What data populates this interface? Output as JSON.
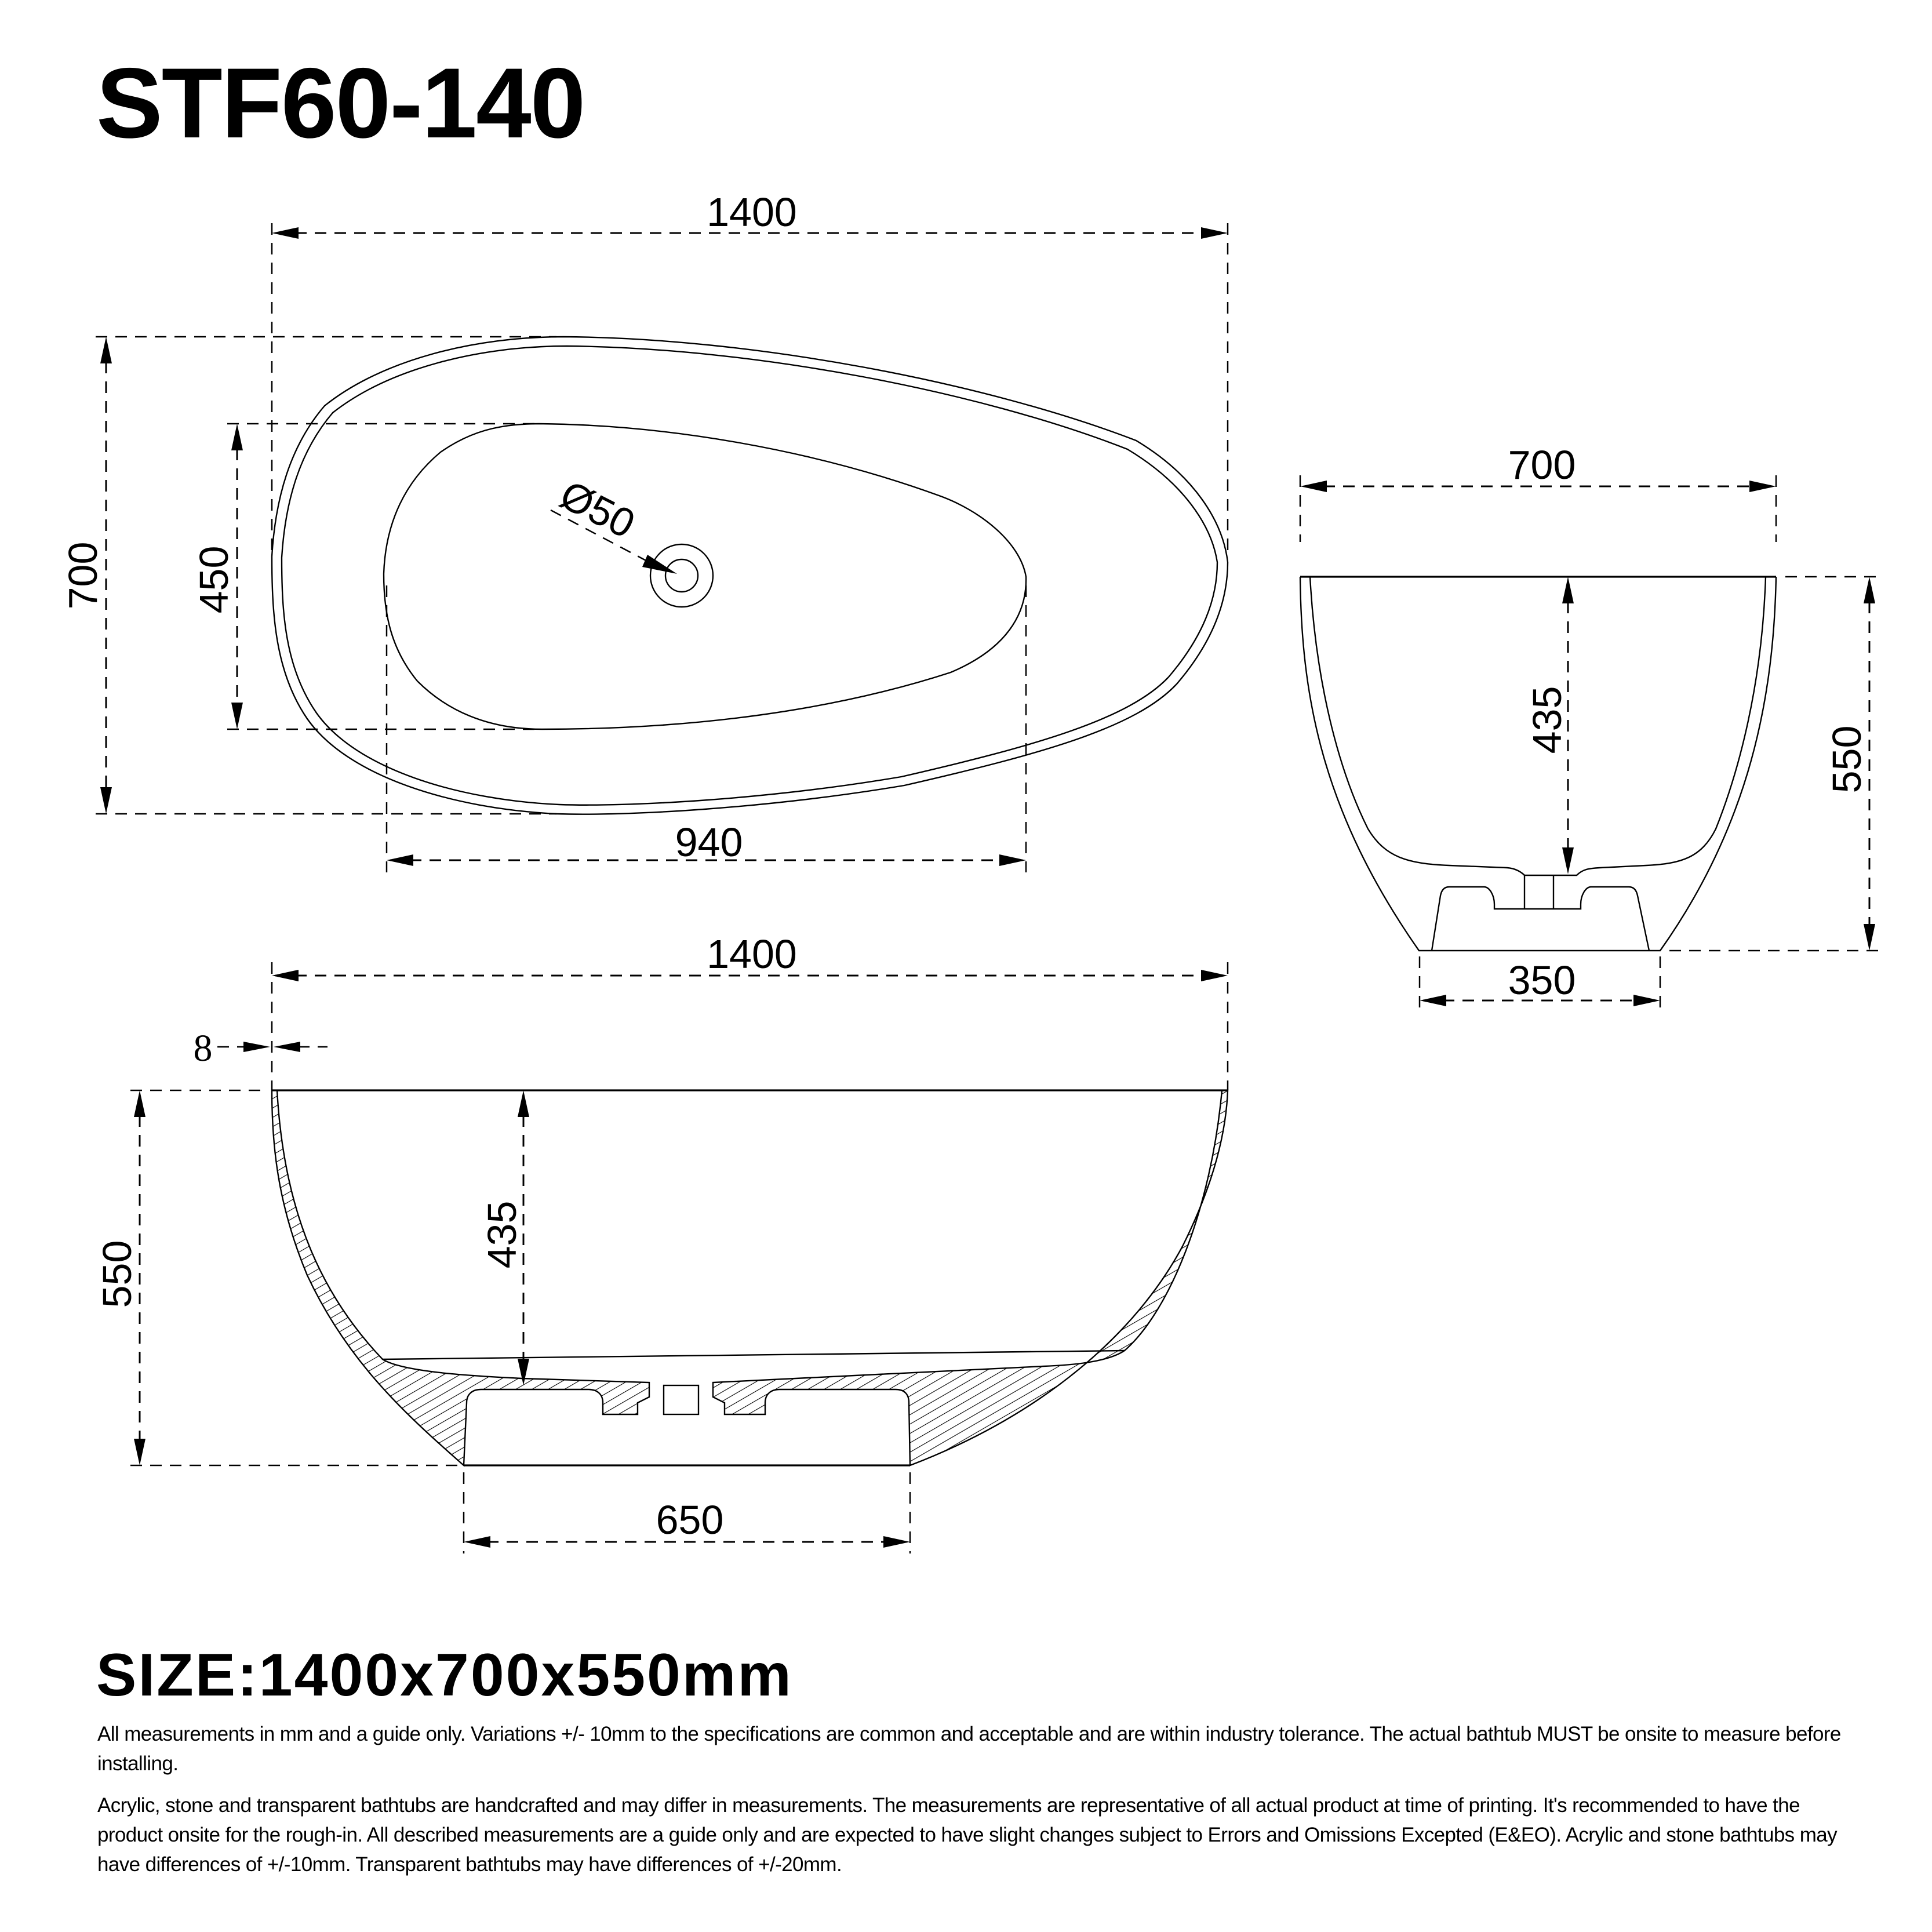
{
  "title": "STF60-140",
  "views": {
    "plan": {
      "overall_length": "1400",
      "overall_width": "700",
      "basin_width": "450",
      "basin_length": "940",
      "drain_diameter": "Ø50"
    },
    "end_elevation": {
      "width": "700",
      "height": "550",
      "depth": "435",
      "base_width": "350"
    },
    "front_elevation": {
      "length": "1400",
      "rim_thickness": "8",
      "height": "550",
      "depth": "435",
      "base_length": "650"
    }
  },
  "size": "SIZE:1400x700x550mm",
  "notes": [
    "All measurements in mm and a guide only. Variations +/- 10mm to the specifications are common and acceptable and are within industry tolerance. The actual bathtub MUST be onsite to measure before installing.",
    "Acrylic, stone and transparent bathtubs are handcrafted and may differ in measurements. The measurements are representative of all actual product at time of printing. It's recommended to have the product onsite for the rough-in. All described measurements are a guide only and are expected to have slight changes subject to Errors and Omissions Excepted (E&EO). Acrylic and stone bathtubs may have differences of +/-10mm. Transparent bathtubs may have differences of +/-20mm."
  ]
}
